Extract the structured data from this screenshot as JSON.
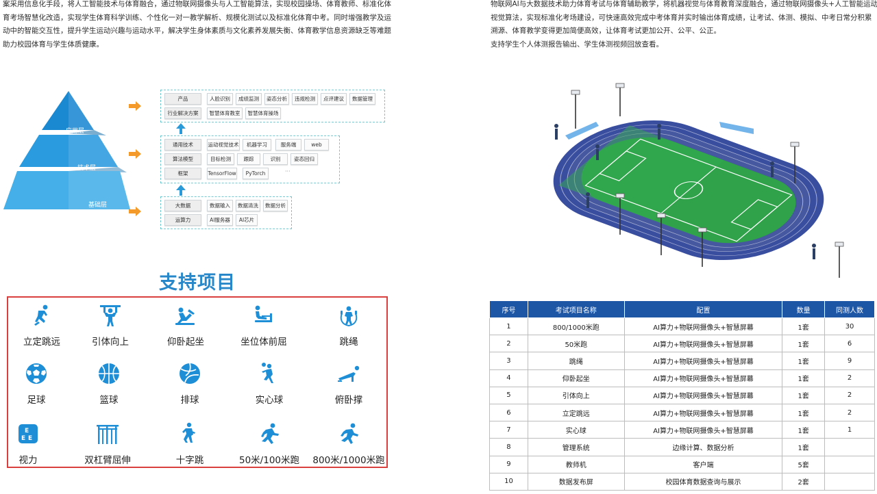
{
  "intro_left": "案采用信息化手段，将人工智能技术与体育融合，通过物联网摄像头与人工智能算法，实现校园操场、体育教师、标准化体育考场智慧化改造，实现学生体育科学训练、个性化一对一教学解析、规模化测试以及标准化体育中考。同时增强教学及运动中的智能交互性，提升学生运动兴趣与运动水平，解决学生身体素质与文化素养发展失衡、体育教学信息资源缺乏等难题助力校园体育与学生体质健康。",
  "intro_right": {
    "paragraph": "物联网AI与大数据技术助力体育考试与体育辅助教学，将机器视觉与体育教育深度融合，通过物联网摄像头+人工智能运动视觉算法，实现标准化考场建设，可快速高效完成中考体育并实时输出体育成绩，让考试、体测、模拟、中考日常分积累溯源、体育教学变得更加简便高效，让体育考试更加公开、公平、公正。",
    "line": "支持学生个人体测报告输出、学生体测视频回放查看。"
  },
  "pyramid": {
    "layers": [
      "应用层",
      "技术层",
      "基础层"
    ],
    "colors": [
      "#1b88d2",
      "#2b9be0",
      "#45afe9"
    ]
  },
  "architecture": {
    "application": {
      "rows": [
        {
          "head": "产品",
          "cells": [
            "人脸识别",
            "成绩监测",
            "姿态分析",
            "违规检测",
            "点评建议",
            "数据管理"
          ]
        },
        {
          "head": "行业解决方案",
          "cells": [
            "智慧体育教室",
            "智慧体育操场"
          ]
        }
      ]
    },
    "technology": {
      "rows": [
        {
          "head": "通用技术",
          "cells": [
            "运动视觉技术",
            "机器学习",
            "服务端",
            "web"
          ]
        },
        {
          "head": "算法模型",
          "cells": [
            "目标检测",
            "跟踪",
            "识别",
            "姿态回归"
          ]
        },
        {
          "head": "框架",
          "cells": [
            "TensorFlow",
            "PyTorch"
          ],
          "extra": "···"
        }
      ]
    },
    "foundation": {
      "rows": [
        {
          "head": "大数据",
          "cells": [
            "数据输入",
            "数据清洗",
            "数据分析"
          ]
        },
        {
          "head": "运算力",
          "cells": [
            "AI服务器",
            "AI芯片"
          ]
        }
      ]
    }
  },
  "support": {
    "title": "支持项目",
    "icon_color": "#1e8fd6",
    "items": [
      {
        "label": "立定跳远",
        "icon": "standing-jump-icon"
      },
      {
        "label": "引体向上",
        "icon": "pull-up-icon"
      },
      {
        "label": "仰卧起坐",
        "icon": "sit-up-icon"
      },
      {
        "label": "坐位体前屈",
        "icon": "sit-reach-icon"
      },
      {
        "label": "跳绳",
        "icon": "jump-rope-icon"
      },
      {
        "label": "足球",
        "icon": "soccer-ball-icon"
      },
      {
        "label": "篮球",
        "icon": "basketball-icon"
      },
      {
        "label": "排球",
        "icon": "volleyball-icon"
      },
      {
        "label": "实心球",
        "icon": "shot-put-icon"
      },
      {
        "label": "俯卧撑",
        "icon": "push-up-icon"
      },
      {
        "label": "视力",
        "icon": "eye-chart-icon"
      },
      {
        "label": "双杠臂屈伸",
        "icon": "parallel-bars-icon"
      },
      {
        "label": "十字跳",
        "icon": "cross-jump-icon"
      },
      {
        "label": "50米/100米跑",
        "icon": "sprint-icon"
      },
      {
        "label": "800米/1000米跑",
        "icon": "runner-icon"
      }
    ]
  },
  "table": {
    "headers": [
      "序号",
      "考试项目名称",
      "配置",
      "数量",
      "同测人数"
    ],
    "rows": [
      [
        "1",
        "800/1000米跑",
        "AI算力+物联网摄像头+智慧屏幕",
        "1套",
        "30"
      ],
      [
        "2",
        "50米跑",
        "AI算力+物联网摄像头+智慧屏幕",
        "1套",
        "6"
      ],
      [
        "3",
        "跳绳",
        "AI算力+物联网摄像头+智慧屏幕",
        "1套",
        "9"
      ],
      [
        "4",
        "仰卧起坐",
        "AI算力+物联网摄像头+智慧屏幕",
        "1套",
        "2"
      ],
      [
        "5",
        "引体向上",
        "AI算力+物联网摄像头+智慧屏幕",
        "1套",
        "2"
      ],
      [
        "6",
        "立定跳远",
        "AI算力+物联网摄像头+智慧屏幕",
        "1套",
        "2"
      ],
      [
        "7",
        "实心球",
        "AI算力+物联网摄像头+智慧屏幕",
        "1套",
        "1"
      ],
      [
        "8",
        "管理系统",
        "边缘计算、数据分析",
        "1套",
        ""
      ],
      [
        "9",
        "教师机",
        "客户端",
        "5套",
        ""
      ],
      [
        "10",
        "数据发布屏",
        "校园体育数据查询与展示",
        "2套",
        ""
      ]
    ]
  }
}
